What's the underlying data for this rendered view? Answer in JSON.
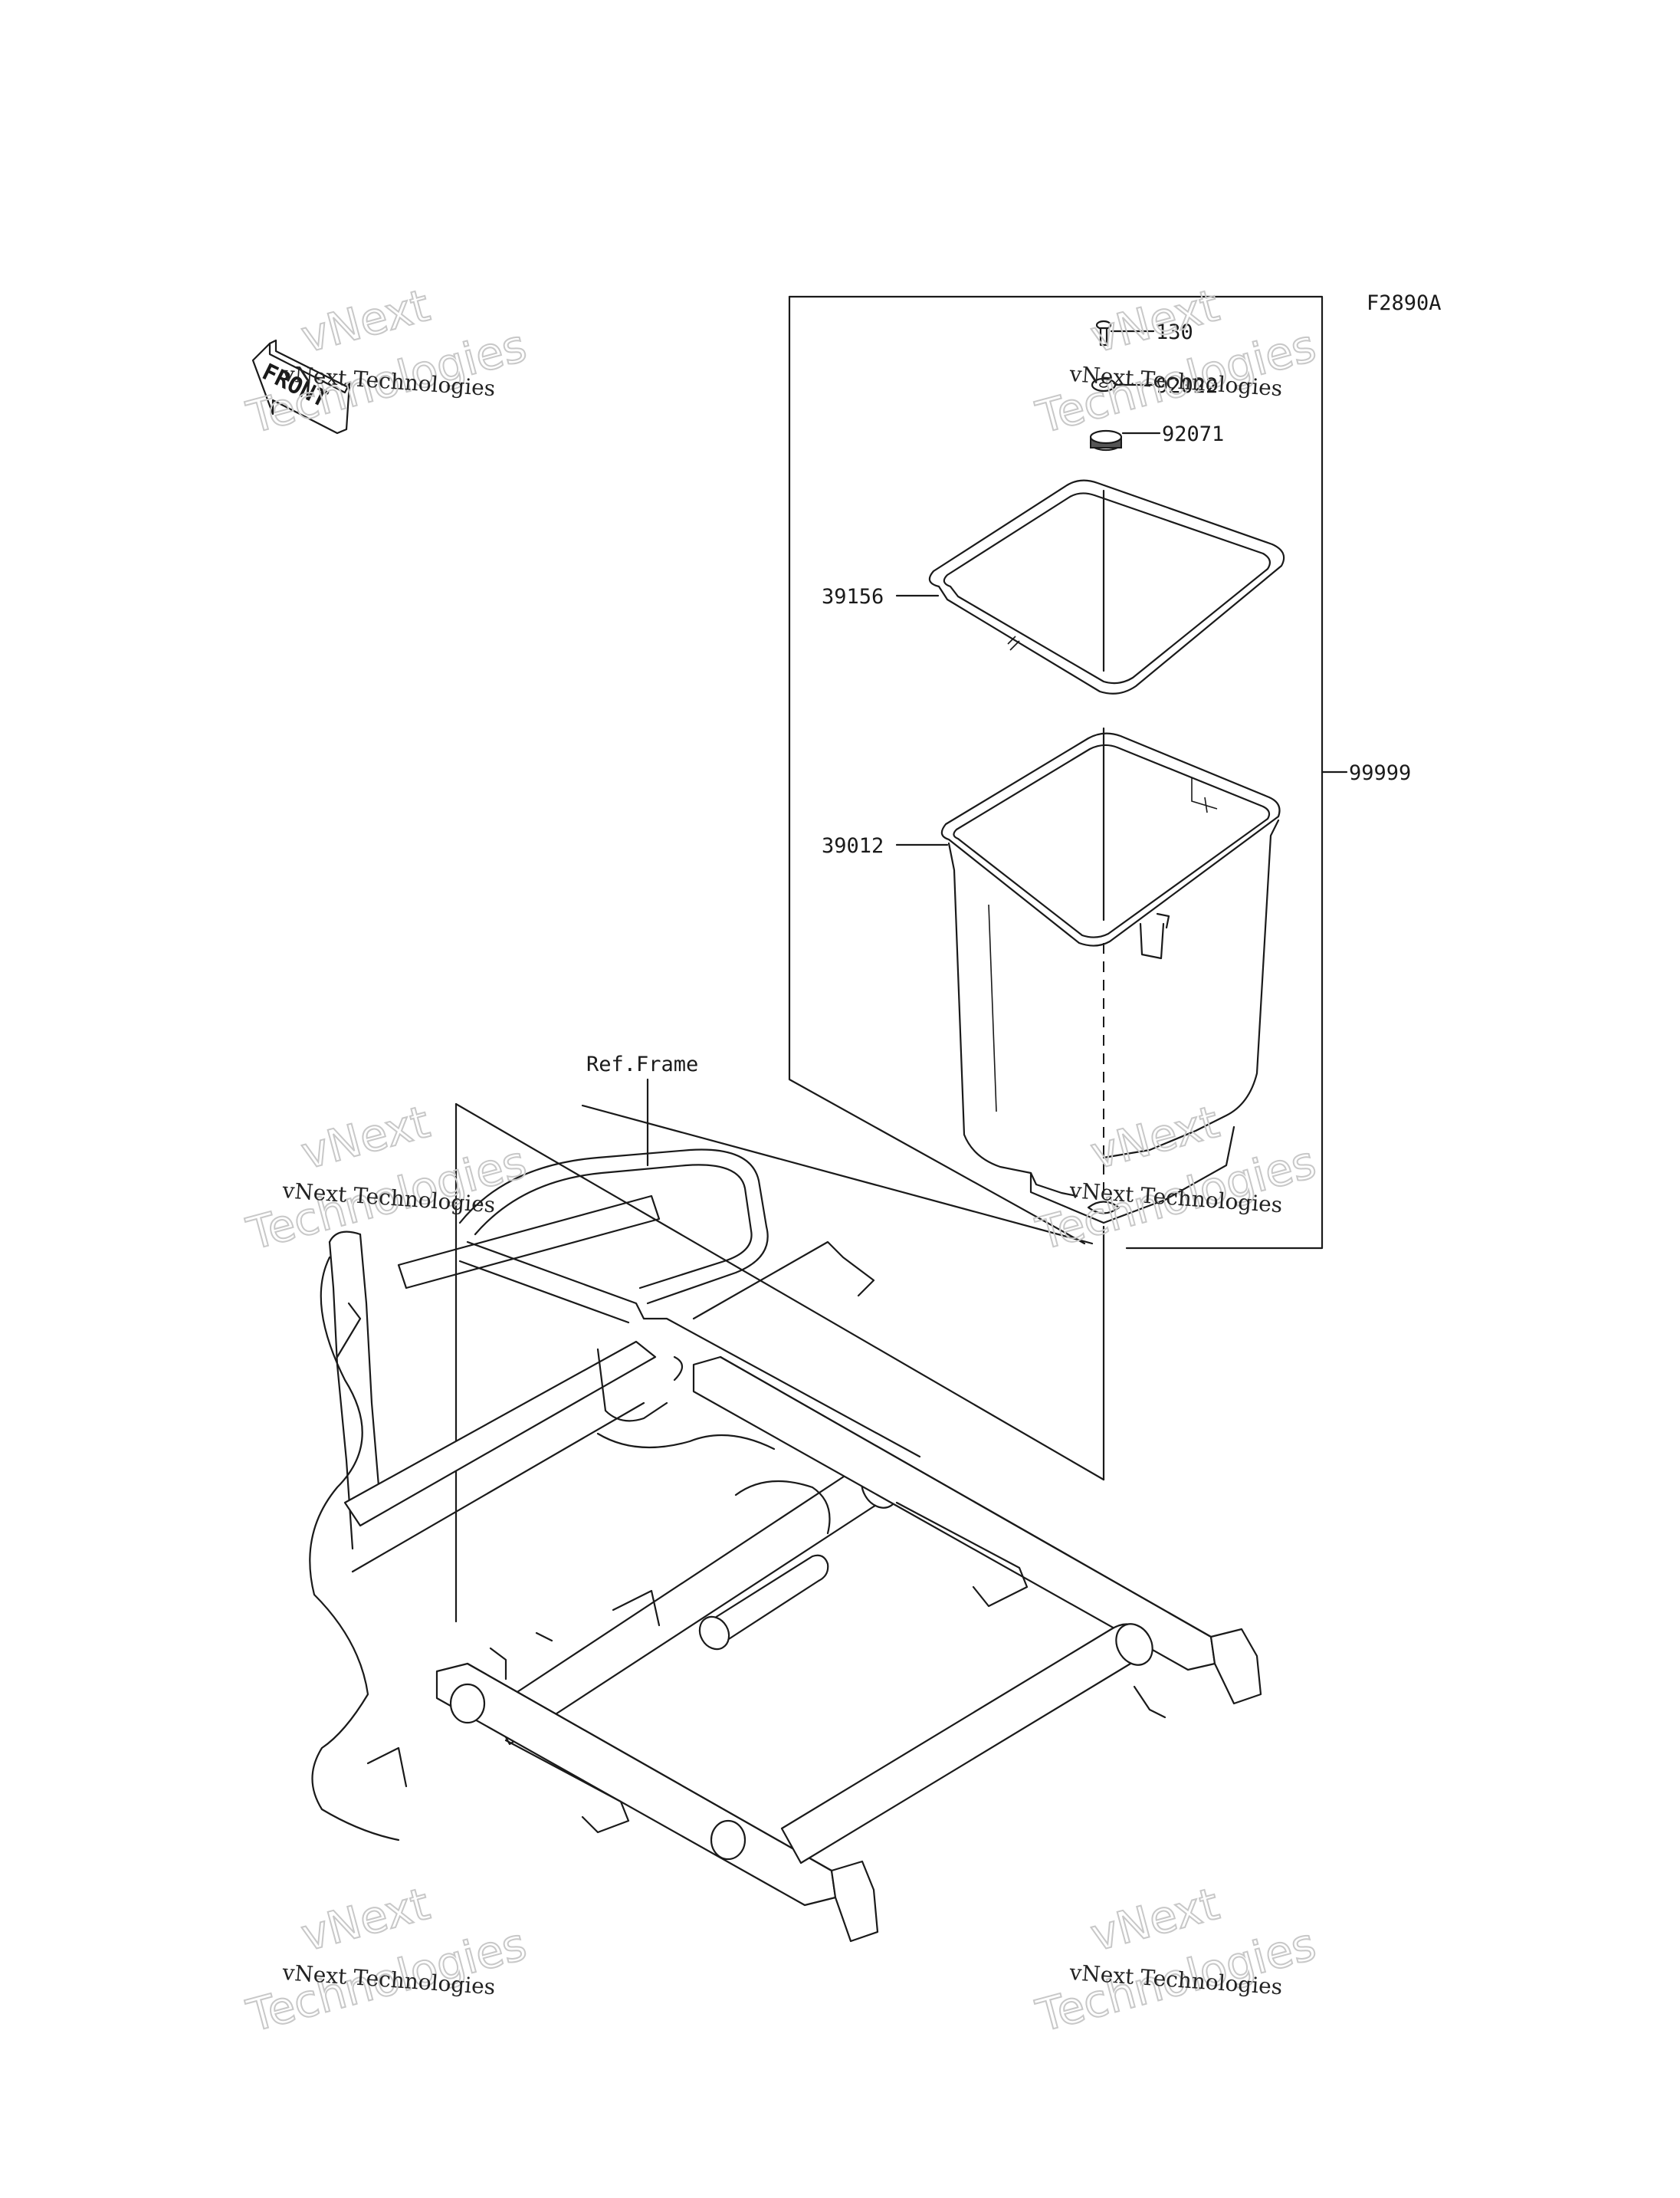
{
  "figure_code": "F2890A",
  "front_label": "FRONT",
  "part_labels": {
    "bolt": "130",
    "washer": "92022",
    "grommet": "92071",
    "seal": "39156",
    "box": "39012",
    "kit": "99999",
    "frame": "Ref.Frame"
  },
  "watermark": {
    "line1": "vNext",
    "line2": "vNext Technologies",
    "line3": "Technologies"
  },
  "colors": {
    "line": "#1a1a1a",
    "watermark": "#c8c8c8",
    "background": "#ffffff"
  }
}
